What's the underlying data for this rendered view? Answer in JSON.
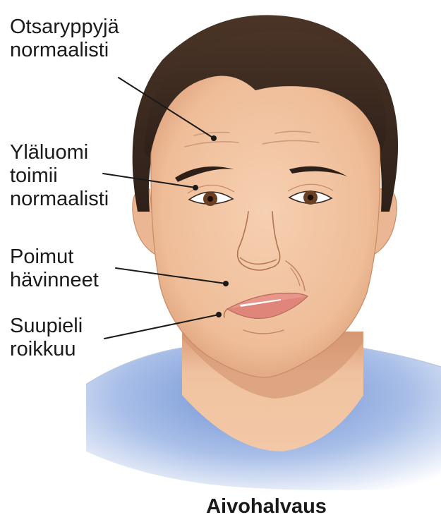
{
  "labels": {
    "forehead": "Otsaryppyjä\nnormaalisti",
    "eyelid": "Yläluomi\ntoimii\nnormaalisti",
    "folds": "Poimut\nhävinneet",
    "mouth": "Suupieli\nroikkuu"
  },
  "caption": "Aivohalvaus",
  "colors": {
    "skin": "#f2c4a2",
    "skin_shadow": "#d99c78",
    "hair": "#3b2a20",
    "shirt": "#7f9fd6",
    "lips": "#e8958a",
    "iris": "#6b3f22",
    "leader": "#1a1a1a"
  }
}
